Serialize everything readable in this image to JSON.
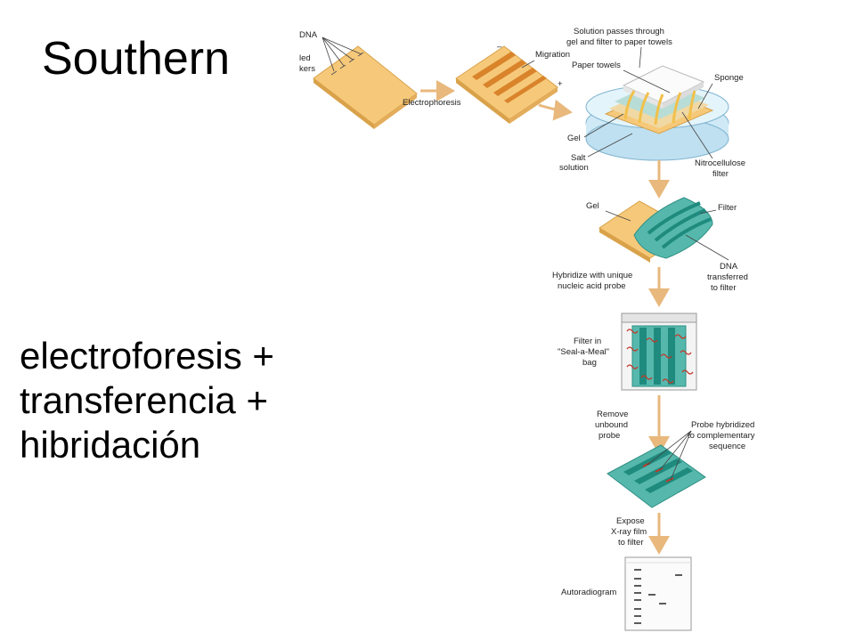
{
  "slide": {
    "title": "Southern",
    "lines": [
      "electroforesis +",
      "transferencia +",
      "hibridación"
    ]
  },
  "diagram": {
    "labels": {
      "dna": "DNA",
      "markers_1": "led",
      "markers_2": "kers",
      "electrophoresis": "Electrophoresis",
      "migration": "Migration",
      "minus": "–",
      "plus": "+",
      "solution_1": "Solution passes through",
      "solution_2": "gel and filter to paper towels",
      "paper_towels": "Paper towels",
      "sponge": "Sponge",
      "gel": "Gel",
      "salt_1": "Salt",
      "salt_2": "solution",
      "nitro_1": "Nitrocellulose",
      "nitro_2": "filter",
      "gel2": "Gel",
      "filter": "Filter",
      "transferred_1": "DNA",
      "transferred_2": "transferred",
      "transferred_3": "to filter",
      "hybridize_1": "Hybridize with unique",
      "hybridize_2": "nucleic acid probe",
      "bag_1": "Filter in",
      "bag_2": "\"Seal-a-Meal\"",
      "bag_3": "bag",
      "remove_1": "Remove",
      "remove_2": "unbound",
      "remove_3": "probe",
      "probe_1": "Probe hybridized",
      "probe_2": "to complementary",
      "probe_3": "sequence",
      "expose_1": "Expose",
      "expose_2": "X-ray film",
      "expose_3": "to filter",
      "autoradiogram": "Autoradiogram"
    },
    "colors": {
      "gel": "#f6c97a",
      "gel_edge": "#d9a24a",
      "band": "#d9832b",
      "filter": "#56b8ad",
      "filter_dark": "#1f8a7e",
      "probe": "#c0392b",
      "arrow": "#e8b87c",
      "dish": "#cfeaf6"
    }
  }
}
